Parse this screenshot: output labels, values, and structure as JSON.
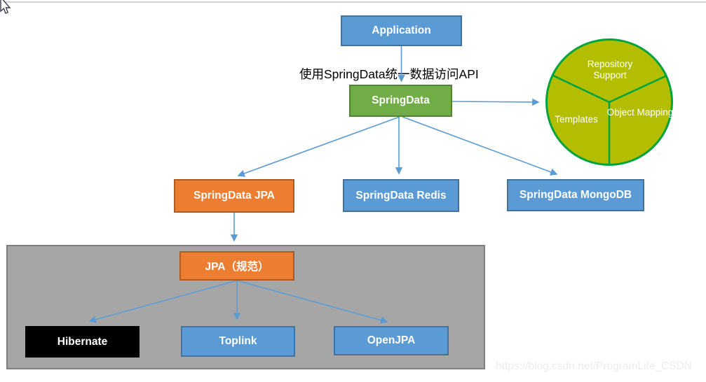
{
  "diagram": {
    "annotation": "使用SpringData统一数据访问API",
    "nodes": {
      "application": "Application",
      "springdata": "SpringData",
      "springdata_jpa": "SpringData JPA",
      "springdata_redis": "SpringData Redis",
      "springdata_mongodb": "SpringData MongoDB",
      "jpa_spec": "JPA（规范）",
      "hibernate": "Hibernate",
      "toplink": "Toplink",
      "openjpa": "OpenJPA"
    },
    "springdata_circle": {
      "top_segment": "Repository Support",
      "left_segment": "Templates",
      "right_segment": "Object Mapping"
    },
    "colors": {
      "node_blue": "#5B9BD5",
      "node_blue_border": "#41719C",
      "node_orange": "#ED7D31",
      "node_orange_border": "#AE5A21",
      "node_green": "#70AD47",
      "node_green_border": "#548235",
      "node_black": "#000000",
      "circle_fill": "#B3BE00",
      "circle_stroke": "#00A33E",
      "panel_gray": "#A6A6A6",
      "arrow_blue": "#5B9BD5",
      "watermark_gray": "#ECECEC"
    }
  },
  "watermark": "https://blog.csdn.net/ProgramLife_CSDN"
}
